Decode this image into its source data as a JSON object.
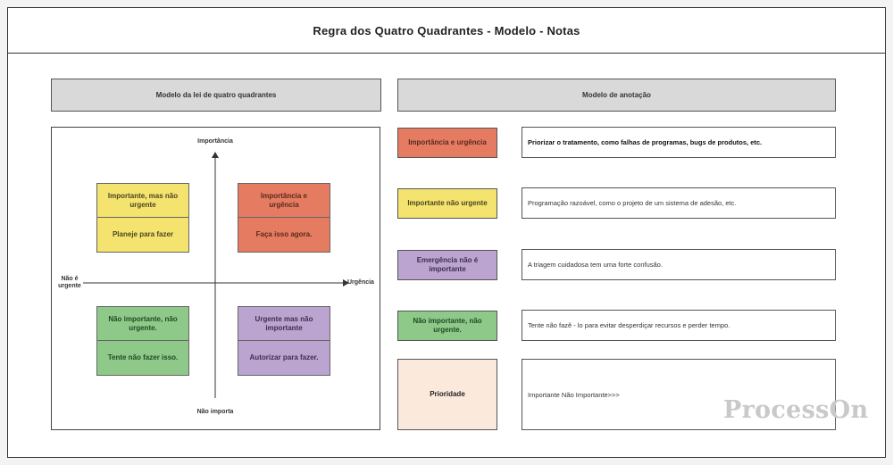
{
  "title": "Regra dos Quatro Quadrantes - Modelo - Notas",
  "left_header": "Modelo da lei de quatro quadrantes",
  "right_header": "Modelo de anotação",
  "axes": {
    "top": "Importância",
    "bottom": "Não importa",
    "left": "Não é urgente",
    "right": "Urgência"
  },
  "quadrants": {
    "top_left": {
      "title": "Importante, mas não urgente",
      "action": "Planeje para fazer",
      "color": "#f4e36e"
    },
    "top_right": {
      "title": "Importância e urgência",
      "action": "Faça isso agora.",
      "color": "#e57b61"
    },
    "bottom_left": {
      "title": "Não importante, não urgente.",
      "action": "Tente não fazer isso.",
      "color": "#8fc98a"
    },
    "bottom_right": {
      "title": "Urgente mas não importante",
      "action": "Autorizar para fazer.",
      "color": "#bba4cf"
    }
  },
  "notes": [
    {
      "label": "Importância e urgência",
      "text": "Priorizar o tratamento, como falhas de programas, bugs de produtos, etc.",
      "color": "#e57b61"
    },
    {
      "label": "Importante não urgente",
      "text": "Programação razoável, como o projeto de um sistema de adesão, etc.",
      "color": "#f4e36e"
    },
    {
      "label": "Emergência não é importante",
      "text": "A triagem cuidadosa tem uma forte confusão.",
      "color": "#bba4cf"
    },
    {
      "label": "Não importante, não urgente.",
      "text": "Tente não fazê - lo para evitar desperdiçar recursos e perder tempo.",
      "color": "#8fc98a"
    },
    {
      "label": "Prioridade",
      "text": "Importante Não Importante>>>",
      "color": "#fbe9dc"
    }
  ],
  "watermark": "ProcessOn"
}
